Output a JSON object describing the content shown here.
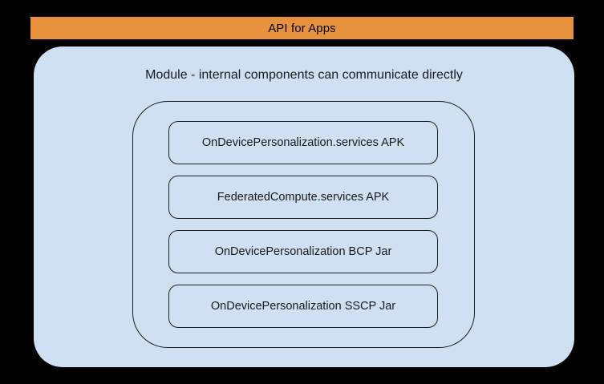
{
  "diagram": {
    "background_color": "#000000",
    "api_banner": {
      "label": "API for Apps",
      "fill_color": "#e8913c",
      "text_color": "#000000"
    },
    "module_panel": {
      "heading": "Module - internal components can communicate directly",
      "fill_color": "#cfe0f3"
    },
    "inner_container": {
      "stroke_color": "#1c1c1c",
      "fill": "none"
    },
    "components": [
      {
        "label": "OnDevicePersonalization.services APK"
      },
      {
        "label": "FederatedCompute.services APK"
      },
      {
        "label": "OnDevicePersonalization BCP Jar"
      },
      {
        "label": "OnDevicePersonalization SSCP Jar"
      }
    ]
  }
}
